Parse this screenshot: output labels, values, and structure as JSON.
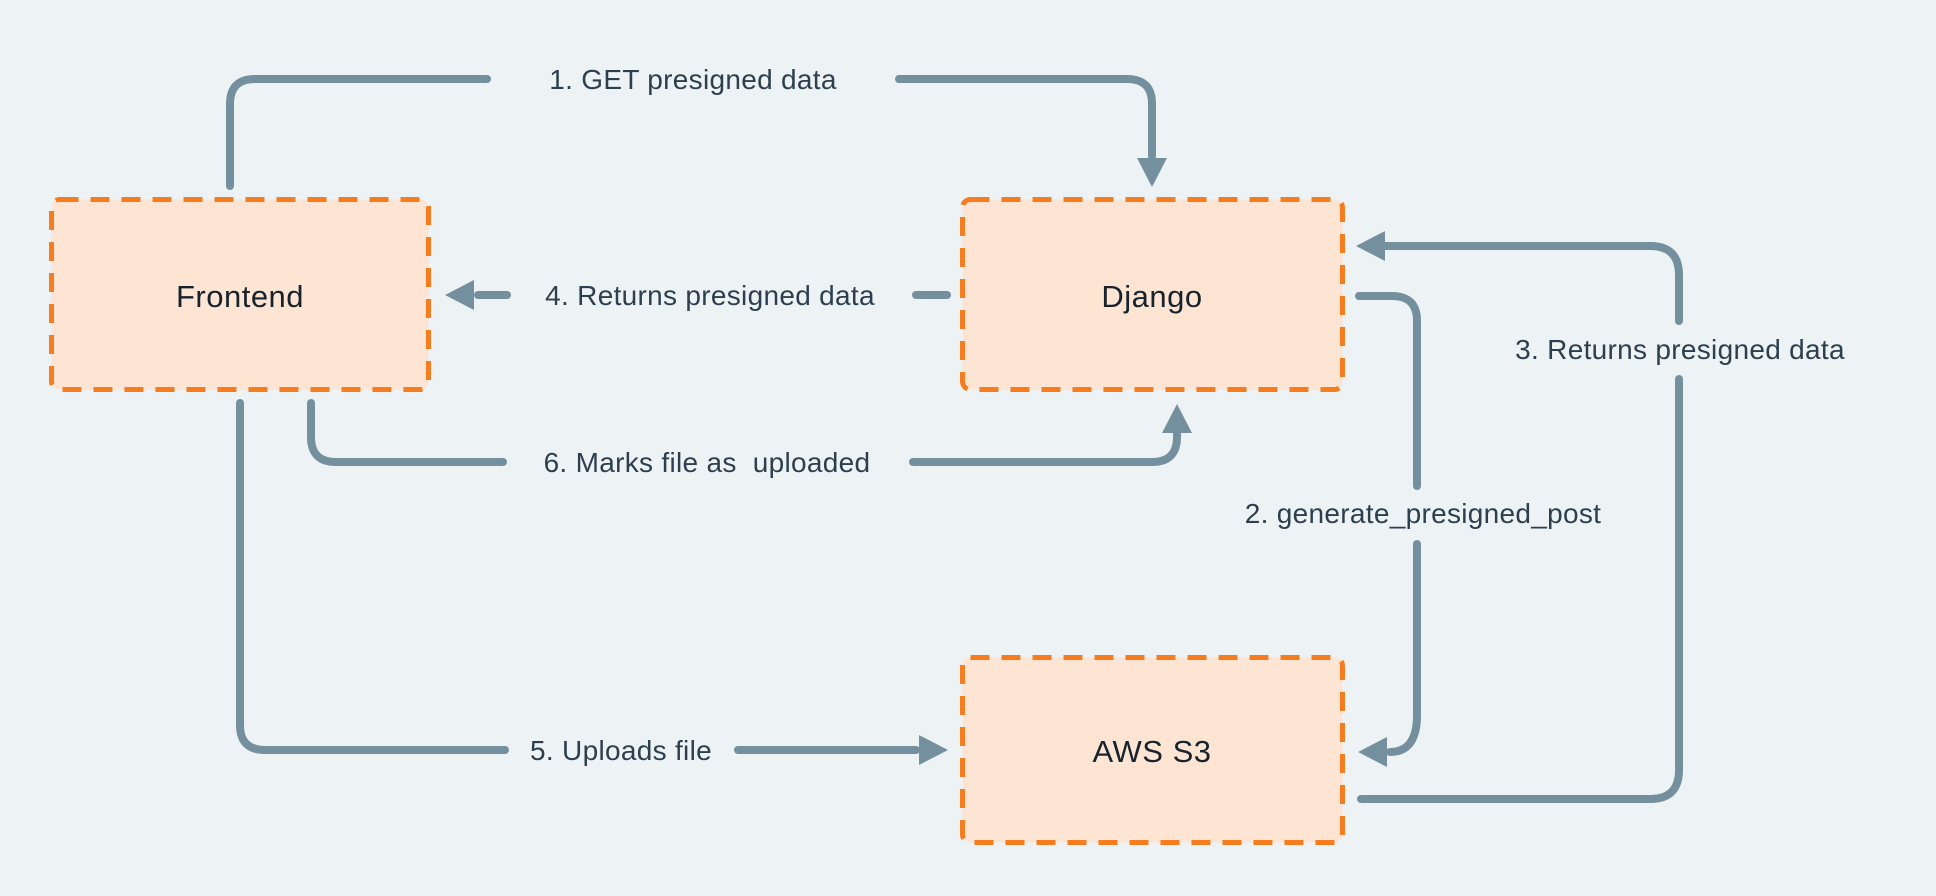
{
  "diagram": {
    "type": "flowchart",
    "description": "Presigned S3 upload flow",
    "colors": {
      "background": "#edf2f5",
      "node_fill": "#fde4d3",
      "node_border": "#f57d20",
      "connector": "#74909e",
      "edge_label_text": "#2d3f4e",
      "node_label_text": "#17232c"
    },
    "nodes": [
      {
        "id": "frontend",
        "label": "Frontend"
      },
      {
        "id": "django",
        "label": "Django"
      },
      {
        "id": "aws_s3",
        "label": "AWS S3"
      }
    ],
    "edges": [
      {
        "step": 1,
        "from": "frontend",
        "to": "django",
        "label": "1. GET presigned data"
      },
      {
        "step": 2,
        "from": "django",
        "to": "aws_s3",
        "label": "2. generate_presigned_post"
      },
      {
        "step": 3,
        "from": "aws_s3",
        "to": "django",
        "label": "3. Returns presigned data"
      },
      {
        "step": 4,
        "from": "django",
        "to": "frontend",
        "label": "4. Returns presigned data"
      },
      {
        "step": 5,
        "from": "frontend",
        "to": "aws_s3",
        "label": "5. Uploads file"
      },
      {
        "step": 6,
        "from": "frontend",
        "to": "django",
        "label": "6. Marks file as  uploaded"
      }
    ]
  }
}
